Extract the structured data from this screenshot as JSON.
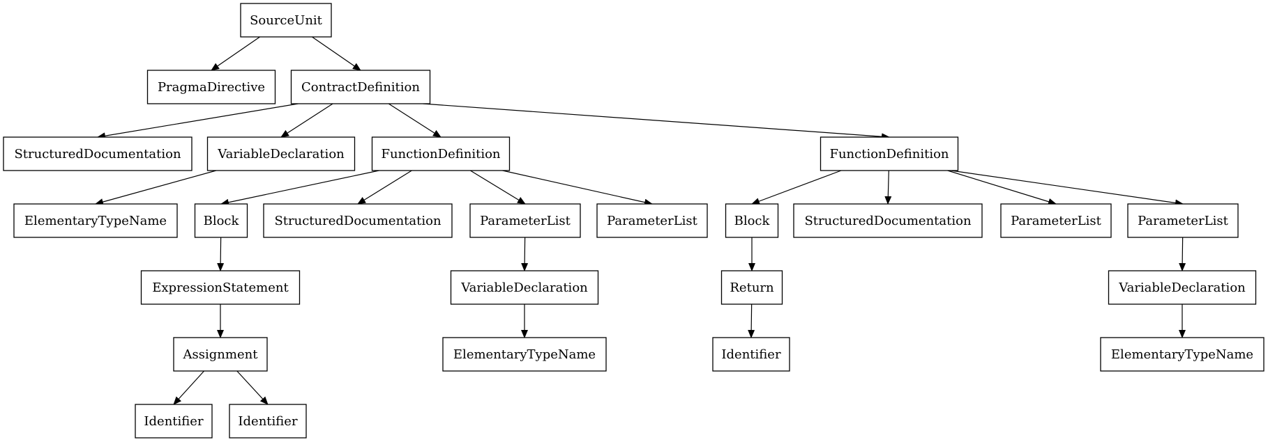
{
  "diagram": {
    "type": "tree",
    "nodes": [
      {
        "id": "n0",
        "label": "SourceUnit"
      },
      {
        "id": "n1",
        "label": "PragmaDirective"
      },
      {
        "id": "n2",
        "label": "ContractDefinition"
      },
      {
        "id": "n3",
        "label": "StructuredDocumentation"
      },
      {
        "id": "n4",
        "label": "VariableDeclaration"
      },
      {
        "id": "n5",
        "label": "FunctionDefinition"
      },
      {
        "id": "n6",
        "label": "FunctionDefinition"
      },
      {
        "id": "n7",
        "label": "ElementaryTypeName"
      },
      {
        "id": "n8",
        "label": "Block"
      },
      {
        "id": "n9",
        "label": "StructuredDocumentation"
      },
      {
        "id": "n10",
        "label": "ParameterList"
      },
      {
        "id": "n11",
        "label": "ParameterList"
      },
      {
        "id": "n12",
        "label": "Block"
      },
      {
        "id": "n13",
        "label": "StructuredDocumentation"
      },
      {
        "id": "n14",
        "label": "ParameterList"
      },
      {
        "id": "n15",
        "label": "ParameterList"
      },
      {
        "id": "n16",
        "label": "ExpressionStatement"
      },
      {
        "id": "n17",
        "label": "VariableDeclaration"
      },
      {
        "id": "n18",
        "label": "Return"
      },
      {
        "id": "n19",
        "label": "VariableDeclaration"
      },
      {
        "id": "n20",
        "label": "Assignment"
      },
      {
        "id": "n21",
        "label": "ElementaryTypeName"
      },
      {
        "id": "n22",
        "label": "Identifier"
      },
      {
        "id": "n23",
        "label": "ElementaryTypeName"
      },
      {
        "id": "n24",
        "label": "Identifier"
      },
      {
        "id": "n25",
        "label": "Identifier"
      }
    ],
    "edges": [
      {
        "from": "n0",
        "to": "n1"
      },
      {
        "from": "n0",
        "to": "n2"
      },
      {
        "from": "n2",
        "to": "n3"
      },
      {
        "from": "n2",
        "to": "n4"
      },
      {
        "from": "n2",
        "to": "n5"
      },
      {
        "from": "n2",
        "to": "n6"
      },
      {
        "from": "n4",
        "to": "n7"
      },
      {
        "from": "n5",
        "to": "n8"
      },
      {
        "from": "n5",
        "to": "n9"
      },
      {
        "from": "n5",
        "to": "n10"
      },
      {
        "from": "n5",
        "to": "n11"
      },
      {
        "from": "n6",
        "to": "n12"
      },
      {
        "from": "n6",
        "to": "n13"
      },
      {
        "from": "n6",
        "to": "n14"
      },
      {
        "from": "n6",
        "to": "n15"
      },
      {
        "from": "n8",
        "to": "n16"
      },
      {
        "from": "n10",
        "to": "n17"
      },
      {
        "from": "n12",
        "to": "n18"
      },
      {
        "from": "n15",
        "to": "n19"
      },
      {
        "from": "n16",
        "to": "n20"
      },
      {
        "from": "n17",
        "to": "n21"
      },
      {
        "from": "n18",
        "to": "n22"
      },
      {
        "from": "n19",
        "to": "n23"
      },
      {
        "from": "n20",
        "to": "n24"
      },
      {
        "from": "n20",
        "to": "n25"
      }
    ]
  }
}
